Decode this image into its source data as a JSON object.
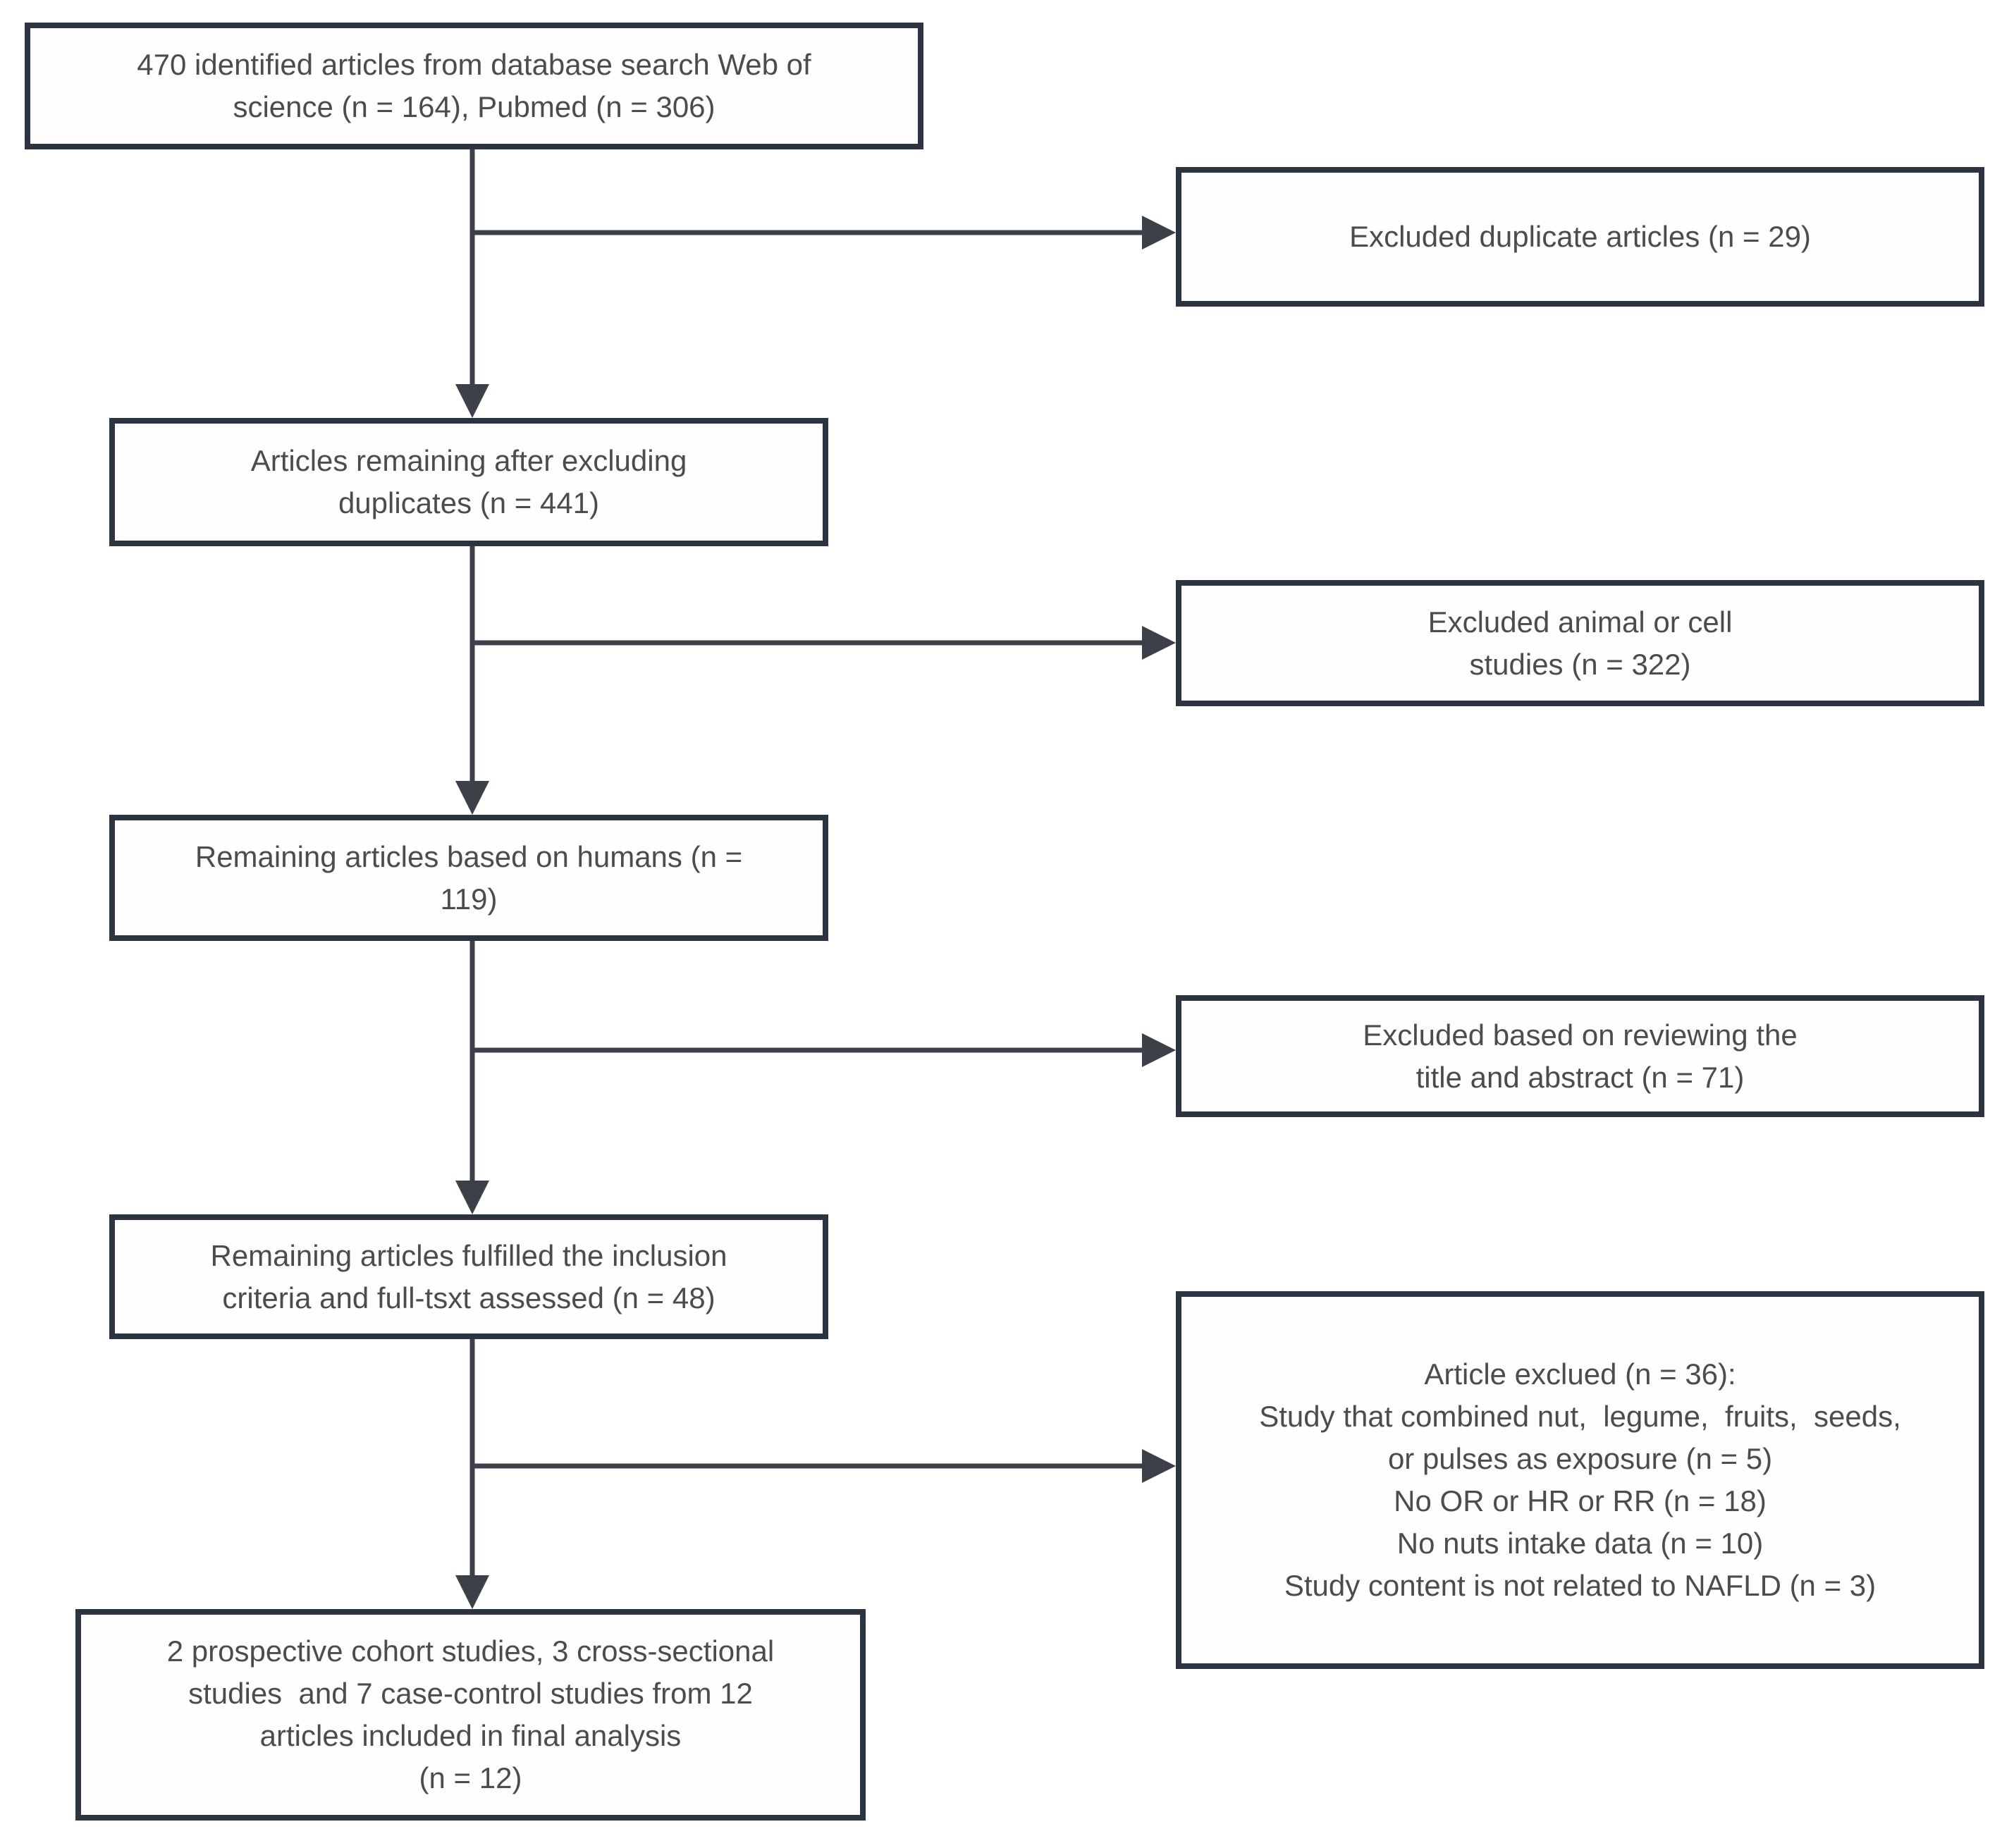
{
  "colors": {
    "box_border": "#2b3440",
    "arrow": "#3b4049",
    "text": "#4c4c4c",
    "background": "#ffffff",
    "box_background": "#fefefe"
  },
  "flow": {
    "main": [
      {
        "name": "identified-articles",
        "text": "470 identified articles from database search Web of\nscience (n = 164), Pubmed (n = 306)"
      },
      {
        "name": "after-excluding-duplicates",
        "text": "Articles remaining after excluding\nduplicates (n = 441)"
      },
      {
        "name": "based-on-humans",
        "text": "Remaining articles based on humans (n =\n119)"
      },
      {
        "name": "full-text-assessed",
        "text": "Remaining articles fulfilled the inclusion\ncriteria and full-tsxt assessed (n = 48)"
      },
      {
        "name": "final-analysis",
        "text": "2 prospective cohort studies, 3 cross-sectional\nstudies  and 7 case-control studies from 12\narticles included in final analysis\n(n = 12)"
      }
    ],
    "excluded": [
      {
        "name": "excluded-duplicates",
        "text": "Excluded duplicate articles (n = 29)"
      },
      {
        "name": "excluded-animal-or-cell",
        "text": "Excluded animal or cell\nstudies (n = 322)"
      },
      {
        "name": "excluded-title-abstract",
        "text": "Excluded based on reviewing the\ntitle and abstract (n = 71)"
      },
      {
        "name": "excluded-full-text",
        "text": "Article exclued (n = 36):\nStudy that combined nut,  legume,  fruits,  seeds,\nor pulses as exposure (n = 5)\nNo OR or HR or RR (n = 18)\nNo nuts intake data (n = 10)\nStudy content is not related to NAFLD (n = 3)"
      }
    ]
  }
}
